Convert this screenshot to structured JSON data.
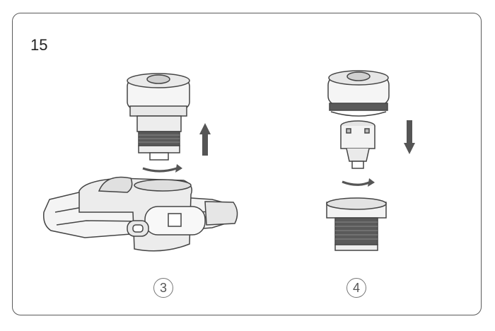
{
  "step": {
    "number": "15"
  },
  "substeps": [
    {
      "label": "3"
    },
    {
      "label": "4"
    }
  ],
  "icons": [
    "arrow-up-icon",
    "arrow-down-icon",
    "rotate-arrow-icon"
  ],
  "colors": {
    "line": "#444444",
    "fill_light": "#f2f2f2",
    "fill_mid": "#d9d9d9",
    "fill_dark": "#5a5a5a"
  }
}
